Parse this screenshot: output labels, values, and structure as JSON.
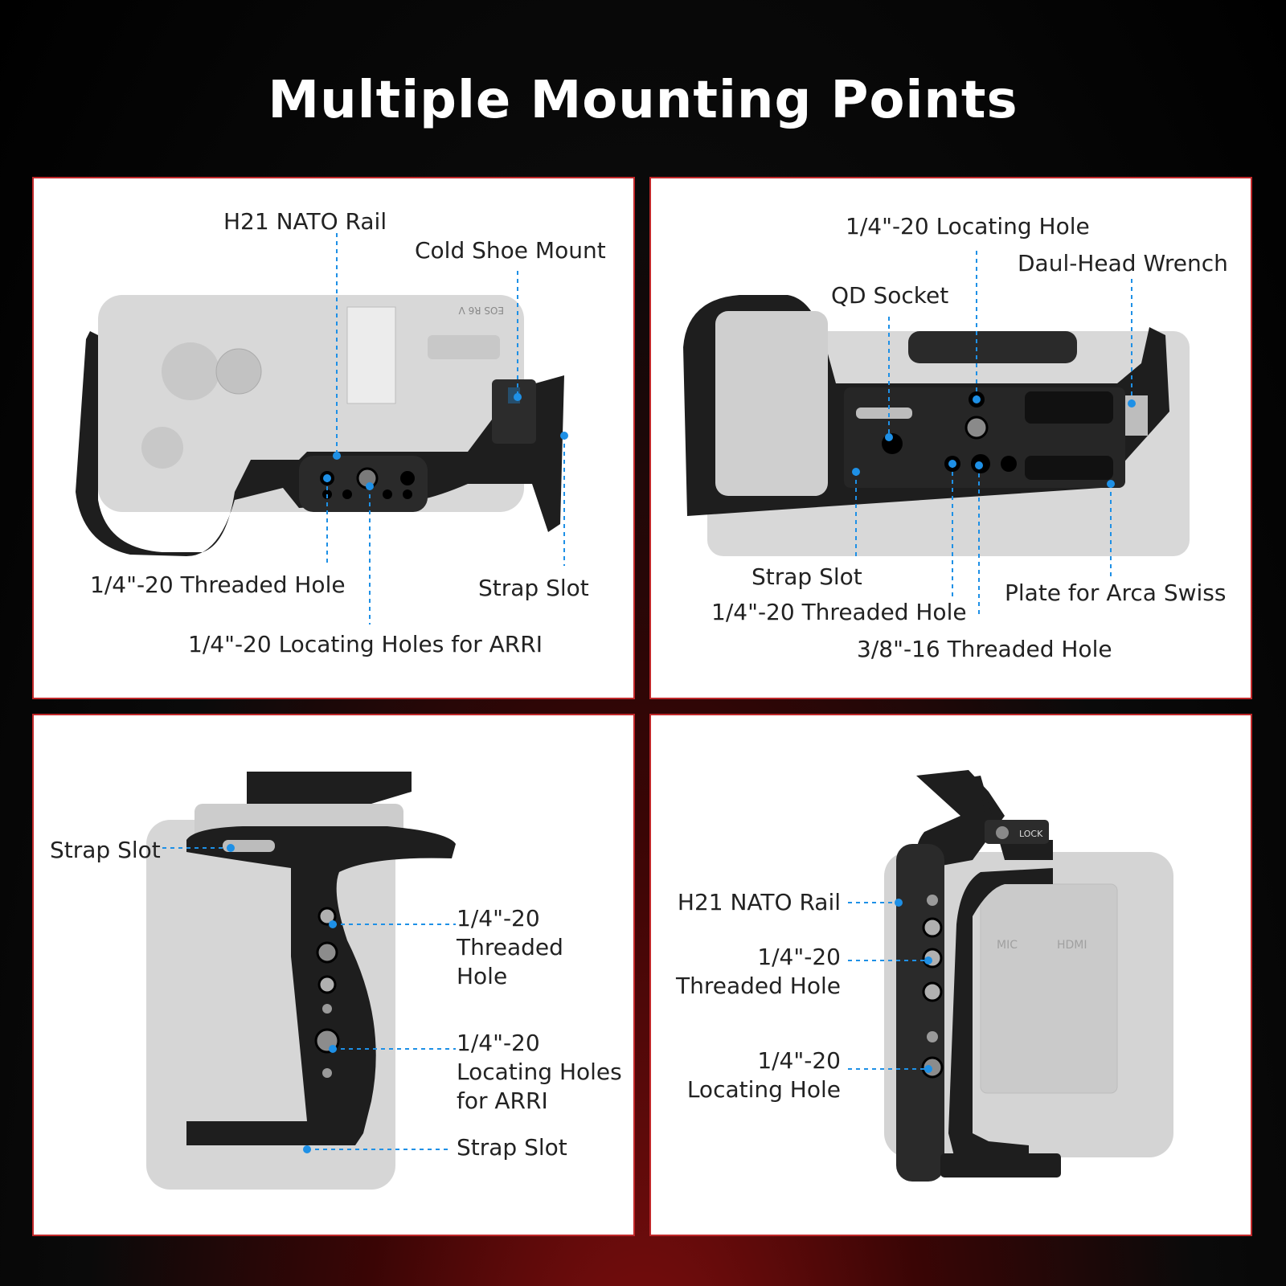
{
  "title": "Multiple Mounting Points",
  "colors": {
    "accent_frame": "#c0282a",
    "callout": "#1e90e6",
    "cage": "#1e1e1e",
    "camera": "#d2d2d2"
  },
  "panels": [
    {
      "view": "top",
      "camera_text": "EOS R6 V",
      "labels": {
        "nato": "H21 NATO Rail",
        "cold_shoe": "Cold Shoe Mount",
        "threaded": "1/4\"-20 Threaded Hole",
        "strap": "Strap Slot",
        "arri": "1/4\"-20 Locating Holes for ARRI"
      }
    },
    {
      "view": "bottom",
      "labels": {
        "locating": "1/4\"-20 Locating Hole",
        "wrench": "Daul-Head Wrench",
        "qd": "QD Socket",
        "strap": "Strap Slot",
        "threaded": "1/4\"-20 Threaded Hole",
        "arca": "Plate for Arca Swiss",
        "three_eight": "3/8\"-16 Threaded Hole"
      }
    },
    {
      "view": "grip side",
      "labels": {
        "strap_top": "Strap Slot",
        "threaded": "1/4\"-20 Threaded Hole",
        "arri": "1/4\"-20 Locating Holes for ARRI",
        "strap_bottom": "Strap Slot"
      }
    },
    {
      "view": "port side",
      "port_text": {
        "lock": "LOCK",
        "mic": "MIC",
        "hdmi": "HDMI"
      },
      "labels": {
        "nato": "H21 NATO Rail",
        "threaded": "1/4\"-20 Threaded Hole",
        "locating": "1/4\"-20 Locating Hole"
      }
    }
  ]
}
